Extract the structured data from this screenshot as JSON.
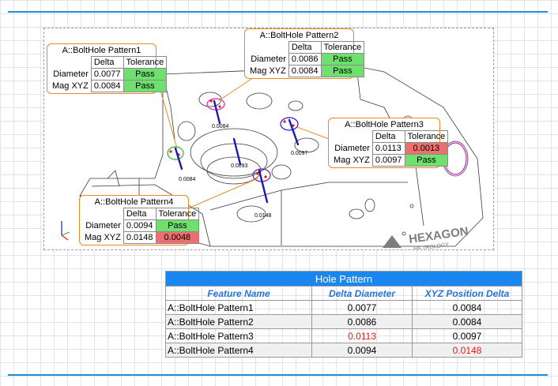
{
  "callouts": [
    {
      "title": "A::BoltHole Pattern1",
      "headers": [
        "Delta",
        "Tolerance"
      ],
      "rows": [
        {
          "label": "Diameter",
          "delta": "0.0077",
          "tol": "Pass",
          "status": "pass"
        },
        {
          "label": "Mag XYZ",
          "delta": "0.0084",
          "tol": "Pass",
          "status": "pass"
        }
      ]
    },
    {
      "title": "A::BoltHole Pattern2",
      "headers": [
        "Delta",
        "Tolerance"
      ],
      "rows": [
        {
          "label": "Diameter",
          "delta": "0.0086",
          "tol": "Pass",
          "status": "pass"
        },
        {
          "label": "Mag XYZ",
          "delta": "0.0084",
          "tol": "Pass",
          "status": "pass"
        }
      ]
    },
    {
      "title": "A::BoltHole Pattern3",
      "headers": [
        "Delta",
        "Tolerance"
      ],
      "rows": [
        {
          "label": "Diameter",
          "delta": "0.0113",
          "tol": "0.0013",
          "status": "fail"
        },
        {
          "label": "Mag XYZ",
          "delta": "0.0097",
          "tol": "Pass",
          "status": "pass"
        }
      ]
    },
    {
      "title": "A::BoltHole Pattern4",
      "headers": [
        "Delta",
        "Tolerance"
      ],
      "rows": [
        {
          "label": "Diameter",
          "delta": "0.0094",
          "tol": "Pass",
          "status": "pass"
        },
        {
          "label": "Mag XYZ",
          "delta": "0.0148",
          "tol": "0.0048",
          "status": "fail"
        }
      ]
    }
  ],
  "hole_labels": [
    "0.0084",
    "0.0084",
    "0.0093",
    "0.0097",
    "0.0148"
  ],
  "watermark": {
    "brand": "HEXAGON",
    "sub": "METROLOGY"
  },
  "summary": {
    "caption": "Hole Pattern",
    "headers": [
      "Feature Name",
      "Delta Diameter",
      "XYZ Position Delta"
    ],
    "rows": [
      [
        "A::BoltHole Pattern1",
        "0.0077",
        "0.0084"
      ],
      [
        "A::BoltHole Pattern2",
        "0.0086",
        "0.0084"
      ],
      [
        "A::BoltHole Pattern3",
        "0.0113",
        "0.0097"
      ],
      [
        "A::BoltHole Pattern4",
        "0.0094",
        "0.0148"
      ]
    ]
  },
  "colors": {
    "accent": "#1f8fd6",
    "pass": "#6ee06e",
    "fail": "#ee6f6f",
    "out_of_tol_text": "#e21b1b",
    "header_blue": "#1a86f0",
    "callout_border": "#e88a22"
  }
}
